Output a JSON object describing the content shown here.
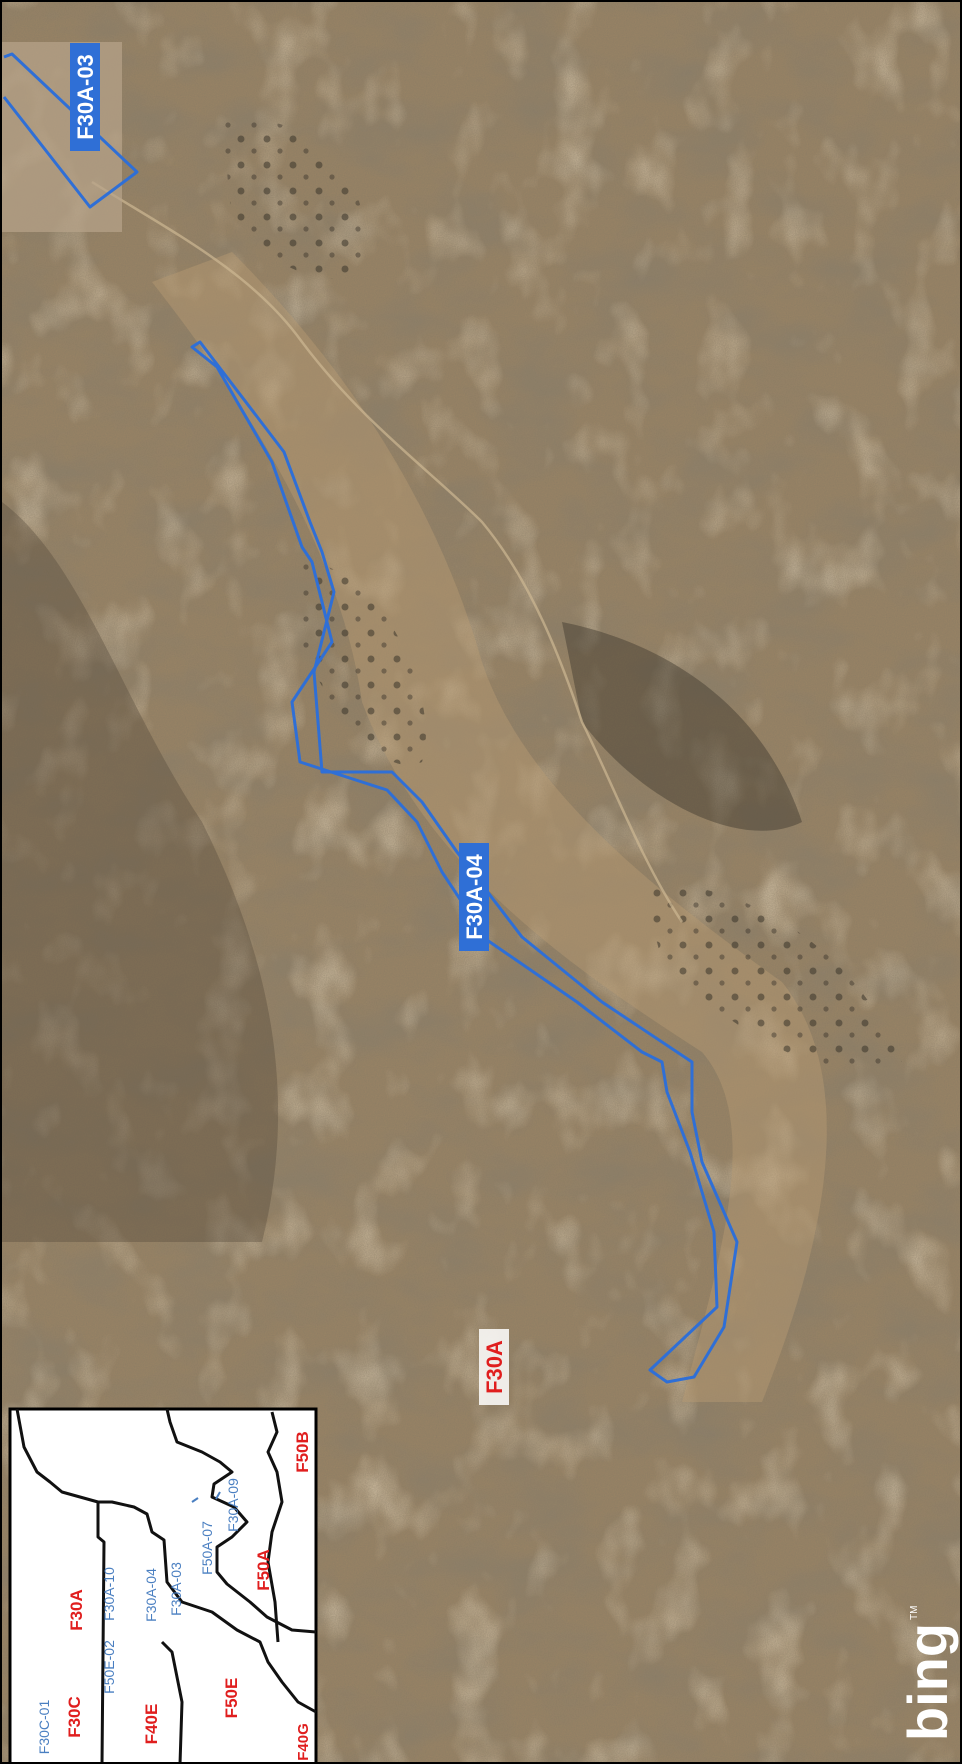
{
  "map": {
    "type": "aerial imagery",
    "provider_logo": "bing",
    "colors": {
      "terrain_base": "#9a8465",
      "terrain_dark": "#5e5240",
      "vegetation": "#3f3a2f",
      "clearing": "#c2a67f",
      "boundary_outline": "#2f6fd6",
      "label_blue": "#ffffff",
      "label_red": "#e01e1e",
      "inset_blue": "#4a7fc1"
    },
    "labels": {
      "f30a_03": "F30A-03",
      "f30a_04": "F30A-04",
      "f30a_region": "F30A"
    },
    "inset": {
      "regions": [
        "F30A",
        "F30C",
        "F40E",
        "F50E",
        "F40G",
        "F50A",
        "F50B"
      ],
      "segments": [
        "F30C-01",
        "F50E-02",
        "F30A-10",
        "F30A-04",
        "F30A-03",
        "F50A-07",
        "F30A-09"
      ]
    },
    "logo_text": "bing",
    "logo_tm": "TM"
  }
}
